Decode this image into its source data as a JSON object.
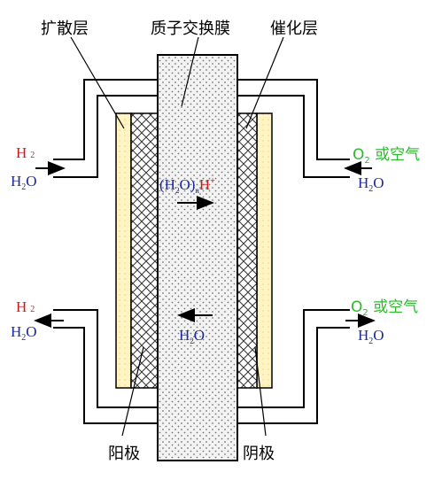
{
  "labels": {
    "diffusion_layer": "扩散层",
    "membrane": "质子交换膜",
    "catalyst_layer": "催化层",
    "anode": "阳极",
    "cathode": "阴极"
  },
  "anode_inlet": {
    "h2": "H",
    "h2_sub": "2",
    "h2o": "H",
    "h2o_sub": "2",
    "h2o_end": "O"
  },
  "anode_outlet": {
    "h2": "H",
    "h2_sub": "2",
    "h2o": "H",
    "h2o_sub": "2",
    "h2o_end": "O"
  },
  "cathode_inlet": {
    "o2": "O",
    "o2_sub": "2",
    "o2_text": " 或空气",
    "h2o": "H",
    "h2o_sub": "2",
    "h2o_end": "O"
  },
  "cathode_outlet": {
    "o2": "O",
    "o2_sub": "2",
    "o2_text": " 或空气",
    "h2o": "H",
    "h2o_sub": "2",
    "h2o_end": "O"
  },
  "membrane_flow_up": {
    "open": "(H",
    "sub": "2",
    "mid": "O)",
    "n": "n",
    "h": "H",
    "plus": "+"
  },
  "membrane_flow_down": {
    "h": "H",
    "sub": "2",
    "o": "O"
  },
  "colors": {
    "h2": "#d01818",
    "h2o": "#1a2a9a",
    "o2": "#2db82d",
    "diffusion": "#fff4c2",
    "membrane": "#f2f2f2",
    "line": "#000000"
  }
}
